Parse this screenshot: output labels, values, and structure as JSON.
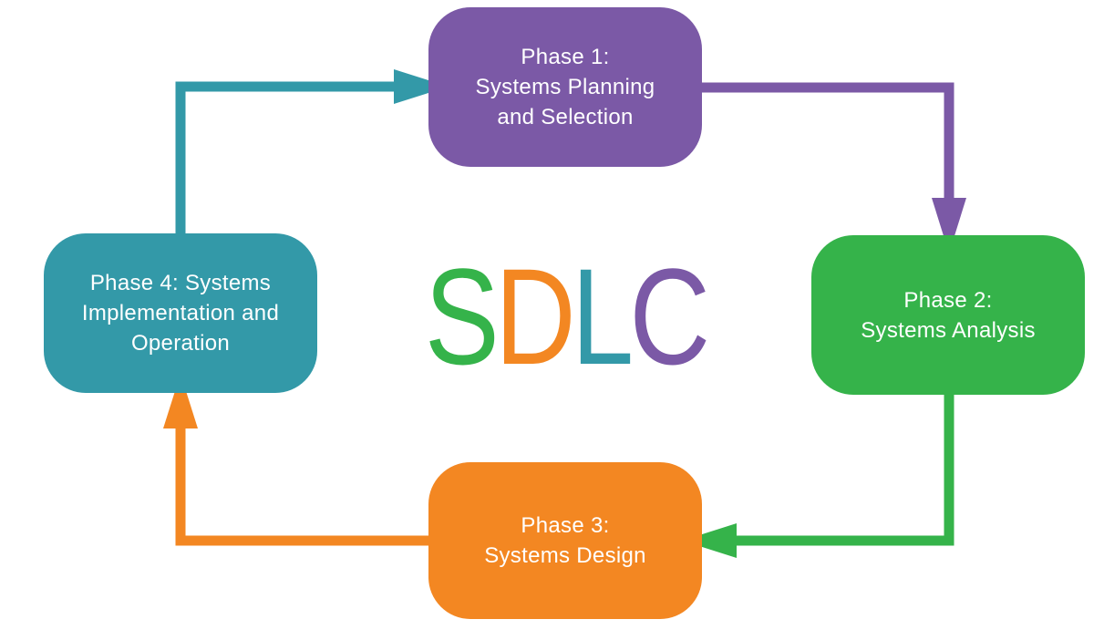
{
  "title": {
    "letters": [
      "S",
      "D",
      "L",
      "C"
    ]
  },
  "phases": [
    {
      "lines": [
        "Phase 1:",
        "Systems Planning",
        "and Selection"
      ]
    },
    {
      "lines": [
        "Phase 2:",
        "Systems Analysis"
      ]
    },
    {
      "lines": [
        "Phase 3:",
        "Systems Design"
      ]
    },
    {
      "lines": [
        "Phase 4: Systems",
        "Implementation and",
        "Operation"
      ]
    }
  ],
  "colors": {
    "purple": "#7b59a6",
    "green": "#35b34a",
    "orange": "#f38722",
    "teal": "#3399a8"
  }
}
